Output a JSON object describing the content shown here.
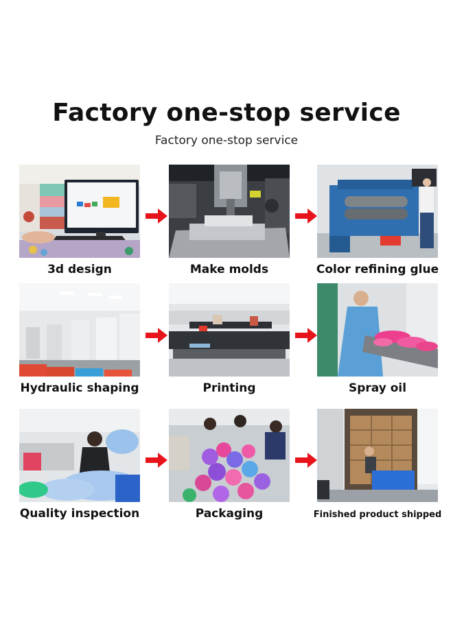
{
  "header": {
    "title": "Factory one-stop service",
    "subtitle": "Factory one-stop service"
  },
  "steps": [
    {
      "label": "3d design"
    },
    {
      "label": "Make molds"
    },
    {
      "label": "Color refining glue"
    },
    {
      "label": "Hydraulic shaping"
    },
    {
      "label": "Printing"
    },
    {
      "label": "Spray oil"
    },
    {
      "label": "Quality inspection"
    },
    {
      "label": "Packaging"
    },
    {
      "label": "Finished product shipped"
    }
  ],
  "colors": {
    "arrow": "#e8141b",
    "text": "#111111",
    "background": "#ffffff"
  },
  "icons": {
    "flow_arrow": "right-arrow-icon"
  }
}
